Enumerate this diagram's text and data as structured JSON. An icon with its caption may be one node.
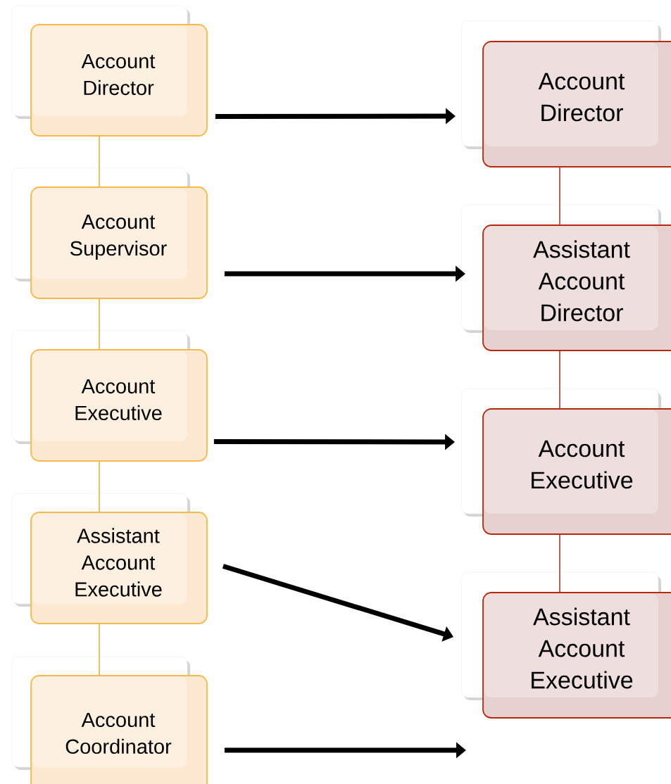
{
  "diagram": {
    "nodes": [
      {
        "text": [
          "Account Director"
        ]
      },
      {
        "text": [
          "Account Supervisor"
        ]
      },
      {
        "text": [
          "Account Executive"
        ]
      },
      {
        "text": [
          "Assistant Account Executive"
        ]
      },
      {
        "text": [
          "Account Coordinator"
        ]
      },
      {
        "text": [
          "Account Director"
        ]
      },
      {
        "text": [
          "Assistant Account Director"
        ]
      },
      {
        "text": [
          "Account Executive"
        ]
      },
      {
        "text": [
          "Assistant Account Executive"
        ]
      }
    ],
    "edges": [
      {
        "from": 0,
        "to": 1,
        "arrow": "none",
        "color": "#e8a838"
      },
      {
        "from": 1,
        "to": 2,
        "arrow": "none",
        "color": "#e8a838"
      },
      {
        "from": 2,
        "to": 3,
        "arrow": "none",
        "color": "#e8a838"
      },
      {
        "from": 3,
        "to": 4,
        "arrow": "none",
        "color": "#e8a838"
      },
      {
        "from": 5,
        "to": 6,
        "arrow": "none",
        "color": "#a0301c"
      },
      {
        "from": 6,
        "to": 7,
        "arrow": "none",
        "color": "#a0301c"
      },
      {
        "from": 7,
        "to": 8,
        "arrow": "none",
        "color": "#a0301c"
      },
      {
        "from": 0,
        "to": 5,
        "arrow": "to",
        "style": "thick"
      },
      {
        "from": 1,
        "to": 6,
        "arrow": "to",
        "style": "thick"
      },
      {
        "from": 2,
        "to": 7,
        "arrow": "to",
        "style": "thick"
      },
      {
        "from": 3,
        "to": 8,
        "arrow": "to",
        "style": "thick"
      },
      {
        "from": 4,
        "to": null,
        "arrow": "to",
        "style": "thick"
      }
    ]
  }
}
